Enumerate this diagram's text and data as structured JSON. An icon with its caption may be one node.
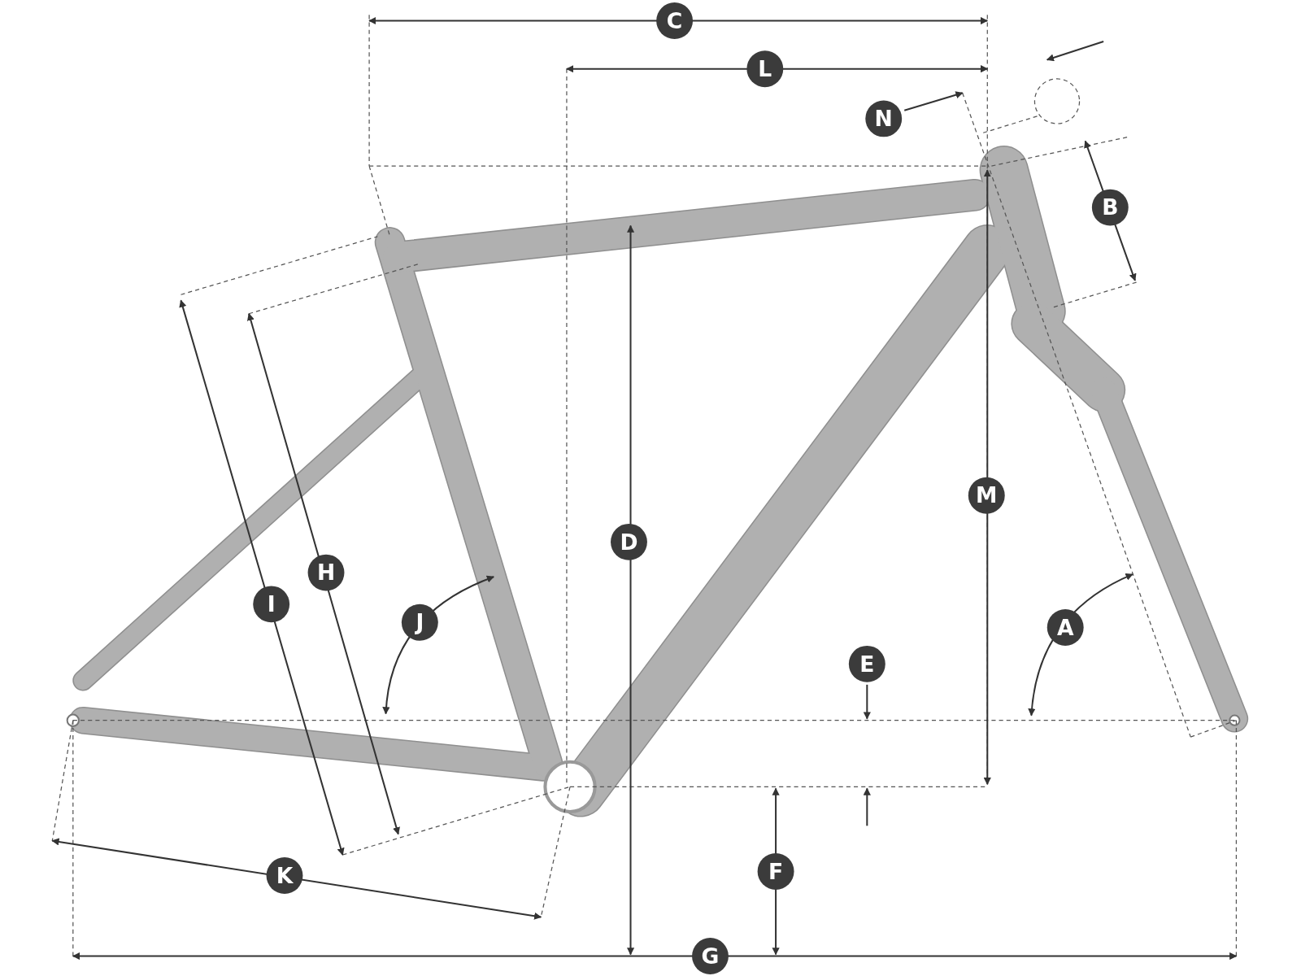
{
  "diagram": {
    "nodes": [
      {
        "text": [
          "C"
        ]
      },
      {
        "text": [
          "L"
        ]
      },
      {
        "text": [
          "N"
        ]
      },
      {
        "text": [
          "B"
        ]
      },
      {
        "text": [
          "M"
        ]
      },
      {
        "text": [
          "D"
        ]
      },
      {
        "text": [
          "H"
        ]
      },
      {
        "text": [
          "I"
        ]
      },
      {
        "text": [
          "J"
        ]
      },
      {
        "text": [
          "A"
        ]
      },
      {
        "text": [
          "E"
        ]
      },
      {
        "text": [
          "F"
        ]
      },
      {
        "text": [
          "K"
        ]
      },
      {
        "text": [
          "G"
        ]
      }
    ]
  }
}
